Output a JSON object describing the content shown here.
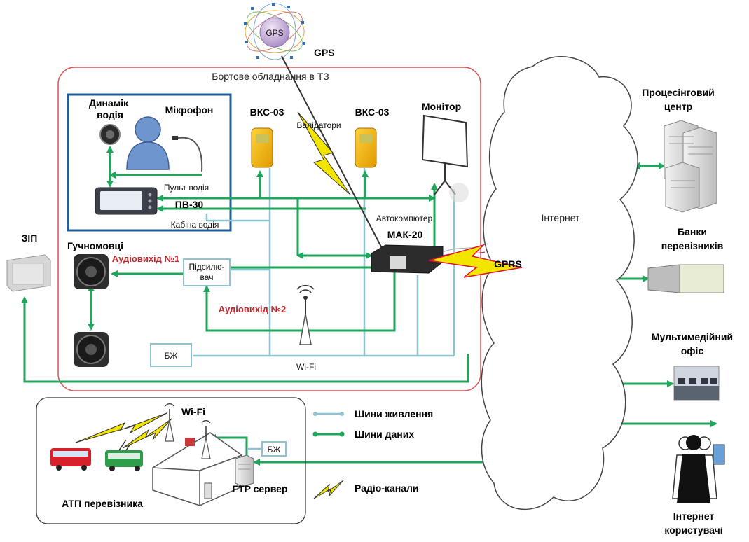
{
  "labels": {
    "gps_icon": "GPS",
    "gps": "GPS",
    "onboard_title": "Бортове обладнання в ТЗ",
    "driver_speaker": [
      "Динамік",
      "водія"
    ],
    "microphone": "Мікрофон",
    "vks_left": "ВКС-03",
    "vks_right": "ВКС-03",
    "validators": "Валідатори",
    "monitor": "Монітор",
    "driver_panel": "Пульт водія",
    "pv30": "ПВ-30",
    "driver_cabin": "Кабіна водія",
    "autocomputer": "Автокомпютер",
    "mak20": "МАК-20",
    "gprs": "GPRS",
    "zip": "ЗІП",
    "loudspeakers": "Гучномовці",
    "audio_out_1": "Аудіовихід №1",
    "amplifier": [
      "Підсилю-",
      "вач"
    ],
    "audio_out_2": "Аудіовихід №2",
    "bzh": "БЖ",
    "wifi_onboard": "Wi-Fi",
    "internet": "Інтернет",
    "processing_center": [
      "Процесінговий",
      "центр"
    ],
    "carrier_banks": [
      "Банки",
      "перевізників"
    ],
    "multimedia_office": [
      "Мультимедійний",
      "офіс"
    ],
    "internet_users": [
      "Інтернет",
      "користувачі"
    ],
    "wifi_depot": "Wi-Fi",
    "bzh_depot": "БЖ",
    "ftp_server": "FTP сервер",
    "depot": "АТП перевізника"
  },
  "legend": {
    "power_bus": "Шини живлення",
    "data_bus": "Шини даних",
    "radio": "Радіо-канали"
  },
  "colors": {
    "data_bus": "#1fa65a",
    "power_bus": "#8ec3cf",
    "onboard_border": "#d9534f",
    "cabin_border": "#1f5f9e",
    "audio_text": "#c0282d",
    "radio_bolt": "#f2e600"
  },
  "icons": {
    "satellite": "gps-satellite-icon",
    "speaker": "speaker-icon",
    "person": "person-icon",
    "validator": "validator-icon",
    "monitor": "projector-screen-icon",
    "computer": "onboard-computer-icon",
    "server": "server-icon",
    "antenna": "antenna-icon",
    "bus": "bus-icon",
    "building": "building-icon",
    "cloud": "cloud-icon",
    "users": "users-icon"
  }
}
